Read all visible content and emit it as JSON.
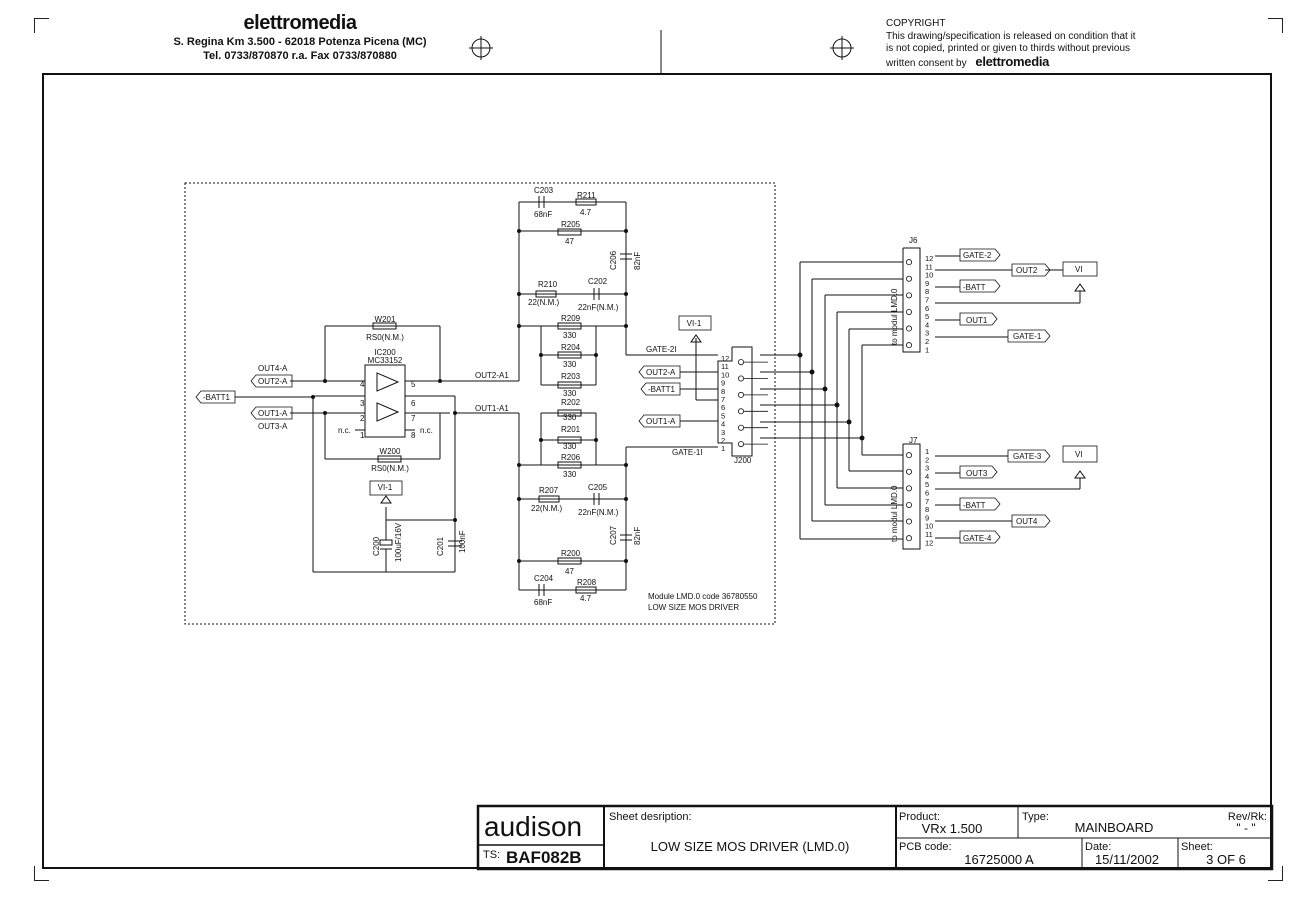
{
  "header": {
    "brand": "elettromedia",
    "address_line1": "S. Regina Km 3.500  -  62018 Potenza Picena (MC)",
    "address_line2": "Tel. 0733/870870 r.a.   Fax 0733/870880",
    "copyright_title": "COPYRIGHT",
    "copyright_line1": "This drawing/specification is released on condition that it",
    "copyright_line2": "is not copied, printed or given to thirds without previous",
    "copyright_line3": "written consent by",
    "copyright_brand": "elettromedia"
  },
  "schematic": {
    "module_line1": "Module LMD.0 code 36780550",
    "module_line2": "LOW SIZE MOS DRIVER",
    "ic_ref": "IC200",
    "ic_part": "MC33152",
    "components": {
      "w201": "W201",
      "w201_val": "RS0(N.M.)",
      "w200": "W200",
      "w200_val": "RS0(N.M.)",
      "c203": "C203",
      "c203_val": "68nF",
      "r211": "R211",
      "r211_val": "4.7",
      "r205": "R205",
      "r205_val": "47",
      "c206": "C206",
      "c206_val": "82nF",
      "r210": "R210",
      "r210_val": "22(N.M.)",
      "c202": "C202",
      "c202_val": "22nF(N.M.)",
      "r209": "R209",
      "r209_val": "330",
      "r204": "R204",
      "r204_val": "330",
      "r203": "R203",
      "r203_val": "330",
      "r202": "R202",
      "r202_val": "330",
      "r201": "R201",
      "r201_val": "330",
      "r206": "R206",
      "r206_val": "330",
      "r207": "R207",
      "r207_val": "22(N.M.)",
      "c205": "C205",
      "c205_val": "22nF(N.M.)",
      "c207": "C207",
      "c207_val": "82nF",
      "r200": "R200",
      "r200_val": "47",
      "c204": "C204",
      "c204_val": "68nF",
      "r208": "R208",
      "r208_val": "4.7",
      "c200": "C200",
      "c200_val": "100uF/16V",
      "c201": "C201",
      "c201_val": "100nF"
    },
    "nets": {
      "out4a": "OUT4-A",
      "out2a": "OUT2-A",
      "batt1": "-BATT1",
      "out1a": "OUT1-A",
      "out3a": "OUT3-A",
      "out2a1": "OUT2-A1",
      "out1a1": "OUT1-A1",
      "gate2i": "GATE-2I",
      "gate1i": "GATE-1I",
      "vi1": "VI-1",
      "nc": "n.c.",
      "j200": "J200",
      "j200_out2a": "OUT2-A",
      "j200_batt1": "-BATT1",
      "j200_out1a": "OUT1-A"
    },
    "ic_pins": {
      "p4": "4",
      "p5": "5",
      "p3": "3",
      "p6": "6",
      "p2": "2",
      "p7": "7",
      "p1": "1",
      "p8": "8"
    },
    "j200_pins": [
      "12",
      "11",
      "10",
      "9",
      "8",
      "7",
      "6",
      "5",
      "4",
      "3",
      "2",
      "1"
    ],
    "j6": {
      "ref": "J6",
      "side": "to modul LMD.0",
      "pins": [
        "12",
        "11",
        "10",
        "9",
        "8",
        "7",
        "6",
        "5",
        "4",
        "3",
        "2",
        "1"
      ],
      "labels": {
        "gate2": "GATE-2",
        "out2": "OUT2",
        "vi": "VI",
        "batt": "-BATT",
        "out1": "OUT1",
        "gate1": "GATE-1"
      }
    },
    "j7": {
      "ref": "J7",
      "side": "to modul LMD.0",
      "pins": [
        "1",
        "2",
        "3",
        "4",
        "5",
        "6",
        "7",
        "8",
        "9",
        "10",
        "11",
        "12"
      ],
      "labels": {
        "gate3": "GATE-3",
        "vi": "VI",
        "out3": "OUT3",
        "batt": "-BATT",
        "out4": "OUT4",
        "gate4": "GATE-4"
      }
    }
  },
  "title_block": {
    "brand": "audison",
    "ts_label": "TS:",
    "ts_value": "BAF082B",
    "sheet_desc_label": "Sheet desription:",
    "sheet_desc_value": "LOW SIZE MOS DRIVER (LMD.0)",
    "product_label": "Product:",
    "product_value": "VRx 1.500",
    "type_label": "Type:",
    "type_value": "MAINBOARD",
    "rev_label": "Rev/Rk:",
    "rev_value": "\" - \"",
    "pcb_label": "PCB code:",
    "pcb_value": "16725000 A",
    "date_label": "Date:",
    "date_value": "15/11/2002",
    "sheet_label": "Sheet:",
    "sheet_value": "3 OF 6"
  }
}
